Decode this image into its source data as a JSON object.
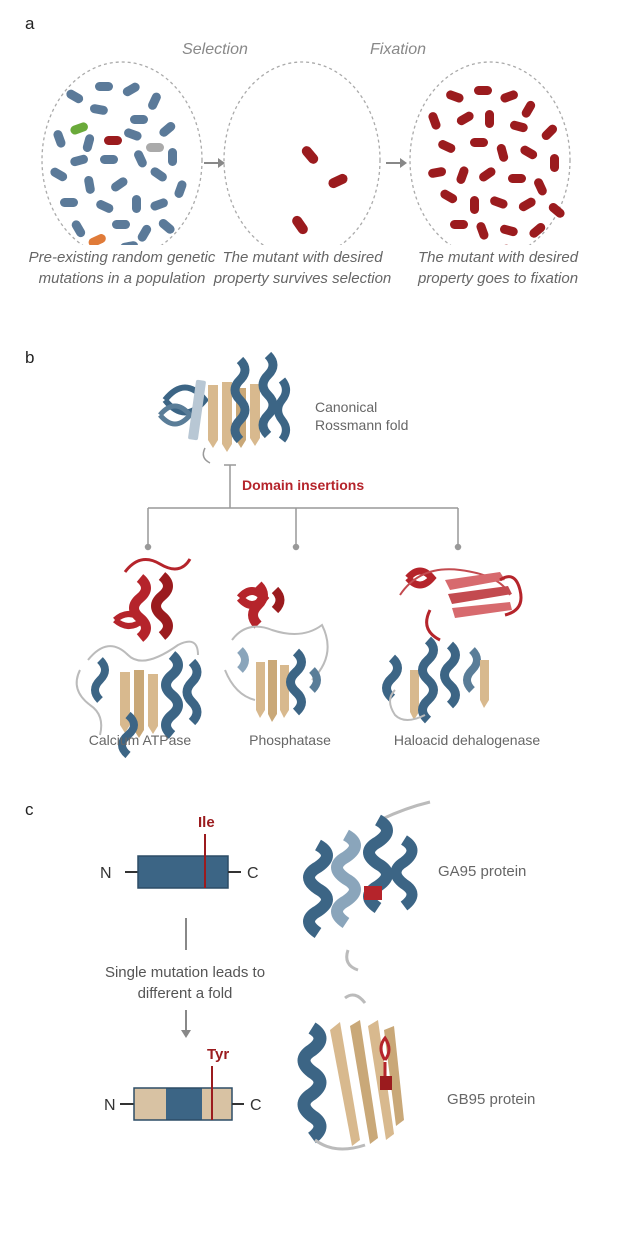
{
  "panel_a": {
    "letter": "a",
    "stage_selection": "Selection",
    "stage_fixation": "Fixation",
    "caption_1_line1": "Pre-existing random genetic",
    "caption_1_line2": "mutations in a population",
    "caption_2_line1": "The mutant with desired",
    "caption_2_line2": "property survives selection",
    "caption_3_line1": "The mutant with desired",
    "caption_3_line2": "property goes to fixation",
    "colors": {
      "wild": "#5b7a99",
      "mutant": "#9b1b1e",
      "green": "#6aaa3a",
      "orange": "#e07b39",
      "gray": "#aaaaaa"
    }
  },
  "panel_b": {
    "letter": "b",
    "top_label_line1": "Canonical",
    "top_label_line2": "Rossmann fold",
    "insertion_label": "Domain insertions",
    "label_1": "Calcium ATPase",
    "label_2": "Phosphatase",
    "label_3": "Haloacid dehalogenase",
    "colors": {
      "helix": "#3c6585",
      "sheet": "#d8b98e",
      "insertion": "#b5242b"
    }
  },
  "panel_c": {
    "letter": "c",
    "n_label": "N",
    "c_label": "C",
    "residue_top": "Ile",
    "residue_bottom": "Tyr",
    "protein_top": "GA95 protein",
    "protein_bottom": "GB95 protein",
    "mutation_line1": "Single mutation leads to",
    "mutation_line2": "different a fold"
  }
}
